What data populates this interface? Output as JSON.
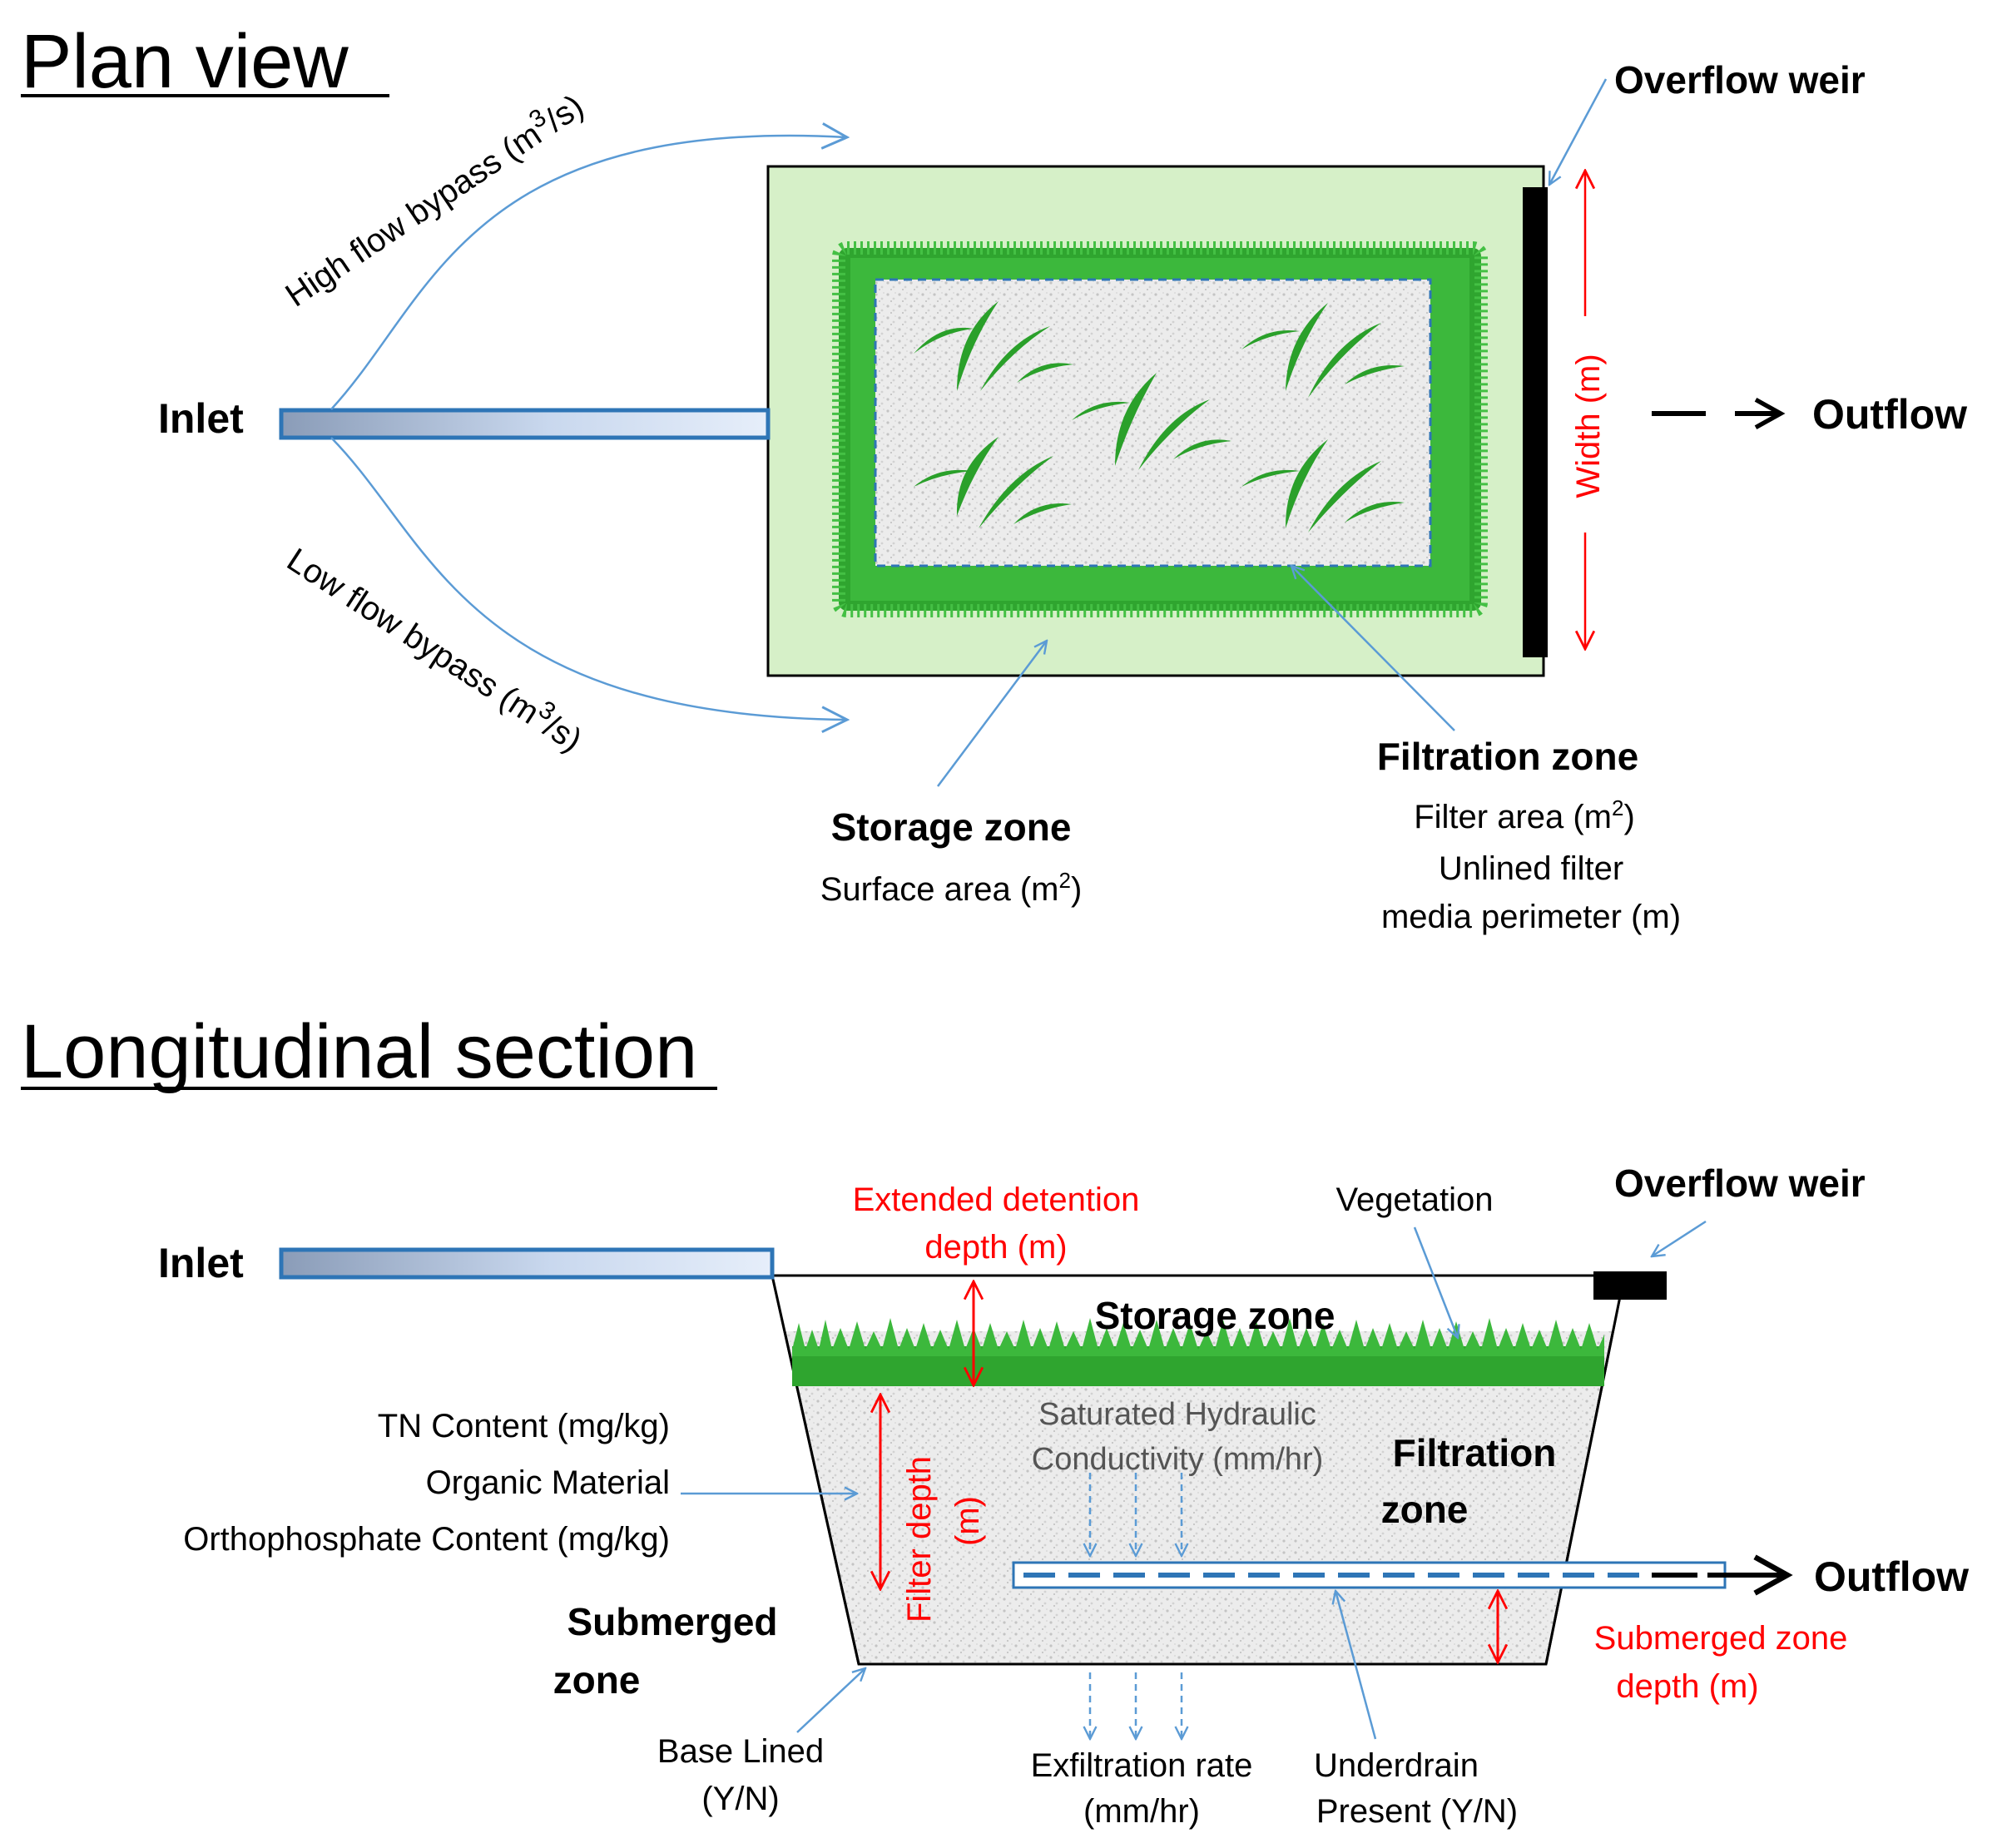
{
  "plan": {
    "title": "Plan view",
    "inlet": "Inlet",
    "outflow": "Outflow",
    "overflow_weir": "Overflow weir",
    "width_label": "Width (m)",
    "high_flow_text": "High flow bypass (m",
    "low_flow_text": "Low flow bypass (m",
    "cubic_sup": "3",
    "rate_suffix": "/s)",
    "storage_zone": "Storage zone",
    "surface_area_text": "Surface area (m",
    "filtration_zone": "Filtration zone",
    "filter_area_text": "Filter area (m",
    "square_sup": "2",
    "close_paren": ")",
    "unlined_line1": "Unlined filter",
    "unlined_line2": "media perimeter (m)"
  },
  "section": {
    "title": "Longitudinal section",
    "inlet": "Inlet",
    "outflow": "Outflow",
    "overflow_weir": "Overflow weir",
    "extended_detention_line1": "Extended detention",
    "extended_detention_line2": "depth (m)",
    "vegetation": "Vegetation",
    "storage_zone": "Storage zone",
    "tn_content": "TN Content (mg/kg)",
    "organic_material": "Organic Material",
    "orthophosphate": "Orthophosphate Content (mg/kg)",
    "filter_depth": "Filter depth",
    "filter_depth_unit": "(m)",
    "sat_hyd_line1": "Saturated Hydraulic",
    "sat_hyd_line2": "Conductivity (mm/hr)",
    "filtration_line1": "Filtration",
    "filtration_line2": "zone",
    "submerged_line1": "Submerged",
    "submerged_line2": "zone",
    "submerged_depth_line1": "Submerged zone",
    "submerged_depth_line2": "depth (m)",
    "base_lined_line1": "Base Lined",
    "base_lined_line2": "(Y/N)",
    "exfiltration_line1": "Exfiltration rate",
    "exfiltration_line2": "(mm/hr)",
    "underdrain_line1": "Underdrain",
    "underdrain_line2": "Present (Y/N)"
  },
  "colors": {
    "grass": "#2fa52f",
    "pond_background": "#d6f0c8",
    "label_lines": "#5b9bd5",
    "dimension_red": "#ff0000",
    "pipe_blue": "#2e75b6"
  }
}
